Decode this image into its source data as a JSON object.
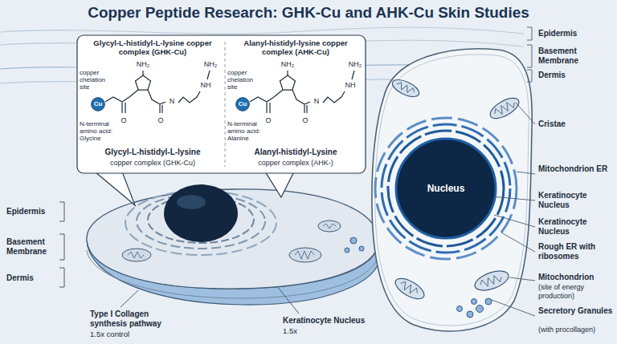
{
  "diagram": {
    "title": "Copper Peptide Research: GHK-Cu and AHK-Cu Skin Studies",
    "nodes": [
      {
        "text": [
          "Glycyl-L-histidyl-L-lysine copper complex (GHK-Cu)",
          "copper chelation site",
          "O",
          "NH₂",
          "O",
          "N",
          "NH",
          "NH₂",
          "N-terminal amino acid: Glycine",
          "Glycyl-L-histidyl-L-lysine",
          "copper complex (GHK-Cu)",
          "Alanyl-histidyl-lysine copper complex (AHK-Cu)",
          "copper chelation site",
          "O",
          "NH₂",
          "O",
          "N",
          "NH",
          "NH₂",
          "N-terminal amino acid: Alanine",
          "Alanyl-histidyl-Lysine",
          "copper complex (AHK-)"
        ]
      },
      {
        "text": [
          "Cu"
        ],
        "in": 0
      },
      {
        "text": [
          "Cu"
        ],
        "in": 0
      },
      {
        "text": [
          "Nucleus"
        ]
      }
    ],
    "labels": [
      "Epidermis",
      "Basement Membrane",
      "Dermis",
      "Type I Collagen synthesis pathway",
      "1.5x control",
      "Keratinocyte Nucleus",
      "1.5x",
      "Epidermis",
      "Basement Membrane",
      "Dermis",
      "Cristae",
      "Mitochondrion ER",
      "Keratinocyte Nucleus",
      "Keratinocyte Nucleus",
      "Rough ER with ribosomes",
      "Mitochondrion",
      "(site of energy production)",
      "Secretory Granules",
      "(with procollagen)"
    ]
  }
}
